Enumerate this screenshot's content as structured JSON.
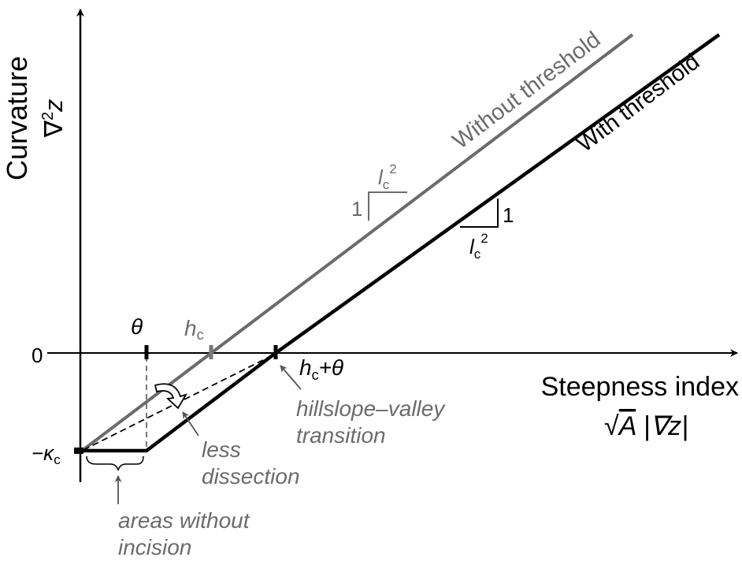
{
  "axes": {
    "y_label": "Curvature",
    "y_symbol": "∇",
    "y_symbol_sup": "2",
    "y_symbol_var": "z",
    "x_label": "Steepness index",
    "x_symbol_root": "√",
    "x_symbol_A": "A",
    "x_symbol_rest": " |∇z|",
    "zero_label": "0",
    "kappa_label": "−κ",
    "kappa_sub": "c"
  },
  "ticks": {
    "theta": "θ",
    "hc": "h",
    "hc_sub": "c",
    "hc_theta_h": "h",
    "hc_theta_sub": "c",
    "hc_theta_rest": "+θ"
  },
  "lines": {
    "without_threshold": "Without threshold",
    "with_threshold": "With threshold",
    "without_color": "#6b6b6b",
    "with_color": "#000000"
  },
  "slopes": {
    "gray_rise": "1",
    "gray_run": "l",
    "gray_run_sub": "c",
    "gray_run_sup": "2",
    "black_rise": "1",
    "black_run": "l",
    "black_run_sub": "c",
    "black_run_sup": "2"
  },
  "annotations": {
    "transition_1": "hillslope–valley",
    "transition_2": "transition",
    "less_1": "less",
    "less_2": "dissection",
    "areas_1": "areas without",
    "areas_2": "incision"
  }
}
